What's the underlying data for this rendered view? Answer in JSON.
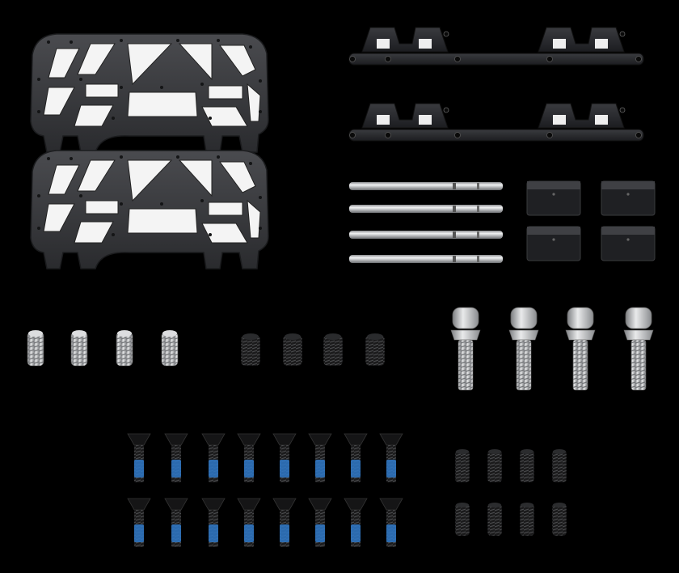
{
  "scene": {
    "background": "#000000",
    "kit_parts": [
      {
        "name": "pedal-plate",
        "count": 2,
        "color": "#3a3b3e"
      },
      {
        "name": "mounting-rail-bracket",
        "count": 2,
        "color": "#2c2d30"
      },
      {
        "name": "steel-pin",
        "count": 4,
        "color": "#b8babd"
      },
      {
        "name": "rubber-pad-block",
        "count": 4,
        "color": "#1f2023"
      },
      {
        "name": "silver-set-screw",
        "count": 4,
        "color": "#c7c8ca"
      },
      {
        "name": "black-set-screw-large",
        "count": 4,
        "color": "#1a1a1b"
      },
      {
        "name": "silver-cap-bolt",
        "count": 4,
        "color": "#c2c3c6"
      },
      {
        "name": "countersunk-bolt-blue-threadlock",
        "count": 16,
        "accent": "#2e78c8"
      },
      {
        "name": "black-set-screw-small",
        "count": 8,
        "color": "#1a1a1b"
      }
    ]
  }
}
